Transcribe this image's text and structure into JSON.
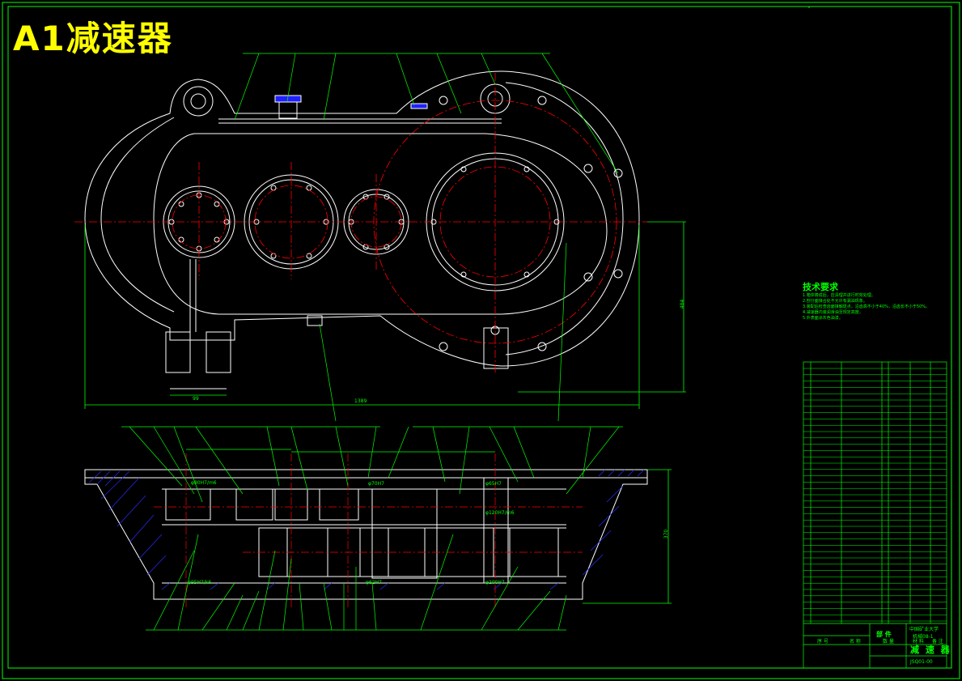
{
  "drawing": {
    "title": "A1减速器",
    "tech_title": "技术要求",
    "tech_notes": [
      "1.箱体铸成后，应清理并进行时效处理。",
      "2.剖分面接合处不允许有漏油现象。",
      "3.装配后检查齿面接触斑点，沿齿高不小于40%，沿齿长不小于50%。",
      "4.减速器内装润滑油至规定高度。",
      "5.外表面涂灰色油漆。"
    ],
    "dimensions": {
      "height_side": "484",
      "foot_width": "99",
      "total_length": "1389",
      "plan_height": "370",
      "fits": [
        "φ80H7/m6",
        "φ70H7",
        "φ65H7",
        "φ120H7/m6",
        "φ95H7/k6",
        "φ62H7",
        "φ200H7"
      ]
    },
    "title_block": {
      "part_label": "部  件",
      "name": "减 速 器",
      "school": "中国矿业大学",
      "class_label": "机械08-1",
      "drawing_no": "JSQ01-00",
      "col_no": "序 号",
      "col_name": "名 称",
      "col_qty": "数 量",
      "col_mat": "材 料",
      "col_note": "备 注"
    },
    "colors": {
      "outline": "#ffffff",
      "center": "#ff0000",
      "leader": "#00ff00",
      "hatch": "#0000ff",
      "accent": "#ffff00"
    }
  }
}
